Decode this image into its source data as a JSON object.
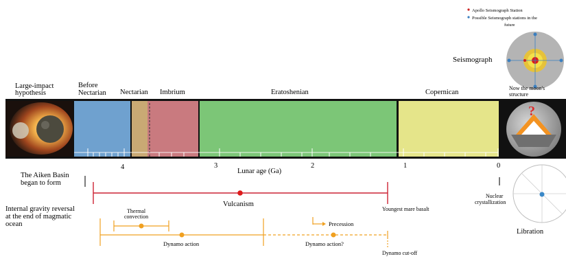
{
  "legend": {
    "apollo_station": "Apollo Seismograph Station",
    "possible_stations_line1": "Possible Seismograph stations in the",
    "possible_stations_line2": "future",
    "apollo_marker_color": "#cc2222",
    "possible_marker_color": "#3a7fc0"
  },
  "seismograph_label": "Seismograph",
  "now_moon_line1": "Now the moon's",
  "now_moon_line2": "structure",
  "question_mark": "?",
  "impact_label_line1": "Large-impact",
  "impact_label_line2": "hypothesis",
  "periods": [
    {
      "line1": "Before",
      "line2": "Nectarian",
      "color": "#6fa1cf"
    },
    {
      "line1": "Nectarian",
      "line2": "",
      "color": "#c9a974"
    },
    {
      "line1": "Imbrium",
      "line2": "",
      "color": "#c97a7f"
    },
    {
      "line1": "Eratoshenian",
      "line2": "",
      "color": "#7cc677"
    },
    {
      "line1": "Copernican",
      "line2": "",
      "color": "#e5e58a"
    }
  ],
  "axis": {
    "title": "Lunar age (Ga)",
    "ticks": [
      "4",
      "3",
      "2",
      "1",
      "0"
    ]
  },
  "events": {
    "aiken_line1": "The Aiken Basin",
    "aiken_line2": "began to form",
    "vulcanism": "Vulcanism",
    "youngest_mare": "Youngest mare basalt",
    "gravity_line1": "Internal gravity reversal",
    "gravity_line2": "at the end of magmatic",
    "gravity_line3": "ocean",
    "thermal_line1": "Thermal",
    "thermal_line2": "convection",
    "dynamo_action": "Dynamo action",
    "precession": "Precession",
    "dynamo_action_q": "Dynamo action?",
    "dynamo_cutoff": "Dynamo cut-off",
    "nuclear_line1": "Nuclear",
    "nuclear_line2": "crystallization",
    "libration": "Libration",
    "vulcanism_color": "#cc2233",
    "dynamo_color": "#f0a020"
  }
}
